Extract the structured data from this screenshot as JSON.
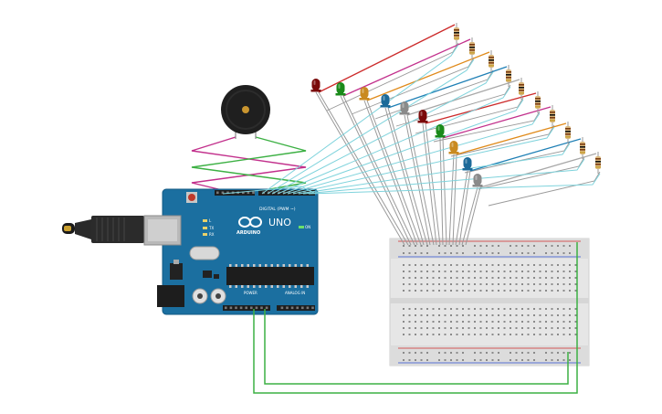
{
  "board": {
    "logo_text": "ARDUINO",
    "model": "UNO",
    "digital_label": "DIGITAL (PWM ~)",
    "power_label": "POWER",
    "analog_label": "ANALOG IN",
    "on_label": "ON",
    "tx_label": "TX",
    "rx_label": "RX",
    "l_label": "L",
    "brand_color": "#1b6fa0"
  },
  "components": {
    "buzzer": "buzzer-icon",
    "led_colors": [
      "#7a0a0a",
      "#1a8a1a",
      "#c98a20",
      "#1c6a99",
      "#8a8a8a",
      "#7a0a0a",
      "#1a8a1a",
      "#c98a20",
      "#1c6a99",
      "#8a8a8a"
    ],
    "resistor_count": 10
  },
  "wire_colors": {
    "signal": "#7fd3dc",
    "ground": "#9a9a9a",
    "red": "#cc2a2a",
    "magenta": "#c2308c",
    "orange": "#e08a1a",
    "blue": "#1e7fb5",
    "green": "#3cb043",
    "gray": "#a8a8a8"
  }
}
